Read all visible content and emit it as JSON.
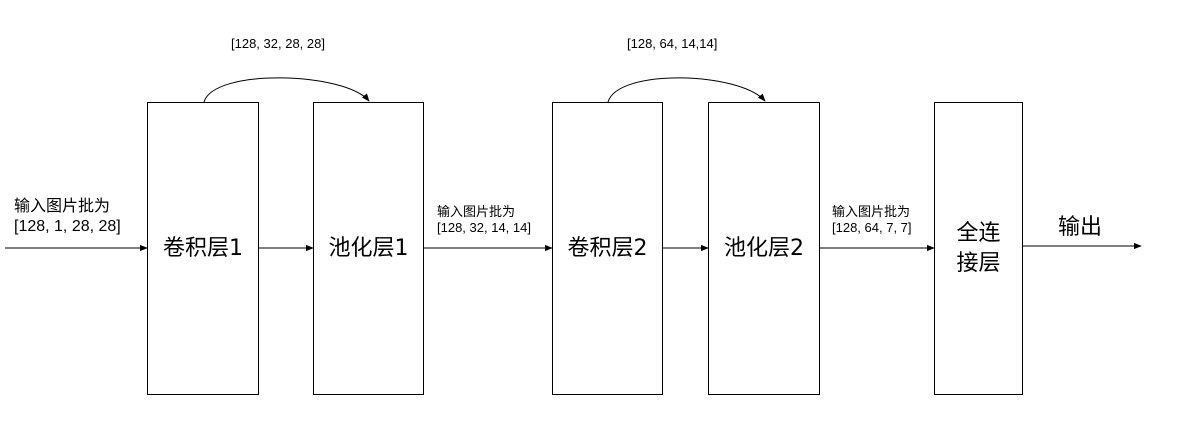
{
  "layers": [
    {
      "id": "conv1",
      "label": "卷积层1"
    },
    {
      "id": "pool1",
      "label": "池化层1"
    },
    {
      "id": "conv2",
      "label": "卷积层2"
    },
    {
      "id": "pool2",
      "label": "池化层2"
    },
    {
      "id": "fc",
      "label": "全连\n接层"
    }
  ],
  "input": {
    "title": "输入图片批为",
    "shape": "[128, 1, 28, 28]"
  },
  "conv1_output": {
    "shape": "[128, 32, 28, 28]"
  },
  "pool1_output": {
    "title": "输入图片批为",
    "shape": "[128, 32, 14, 14]"
  },
  "conv2_output": {
    "shape": "[128, 64, 14,14]"
  },
  "pool2_output": {
    "title": "输入图片批为",
    "shape": "[128, 64, 7, 7]"
  },
  "output": {
    "label": "输出"
  },
  "colors": {
    "stroke": "#000000",
    "background": "#ffffff"
  }
}
